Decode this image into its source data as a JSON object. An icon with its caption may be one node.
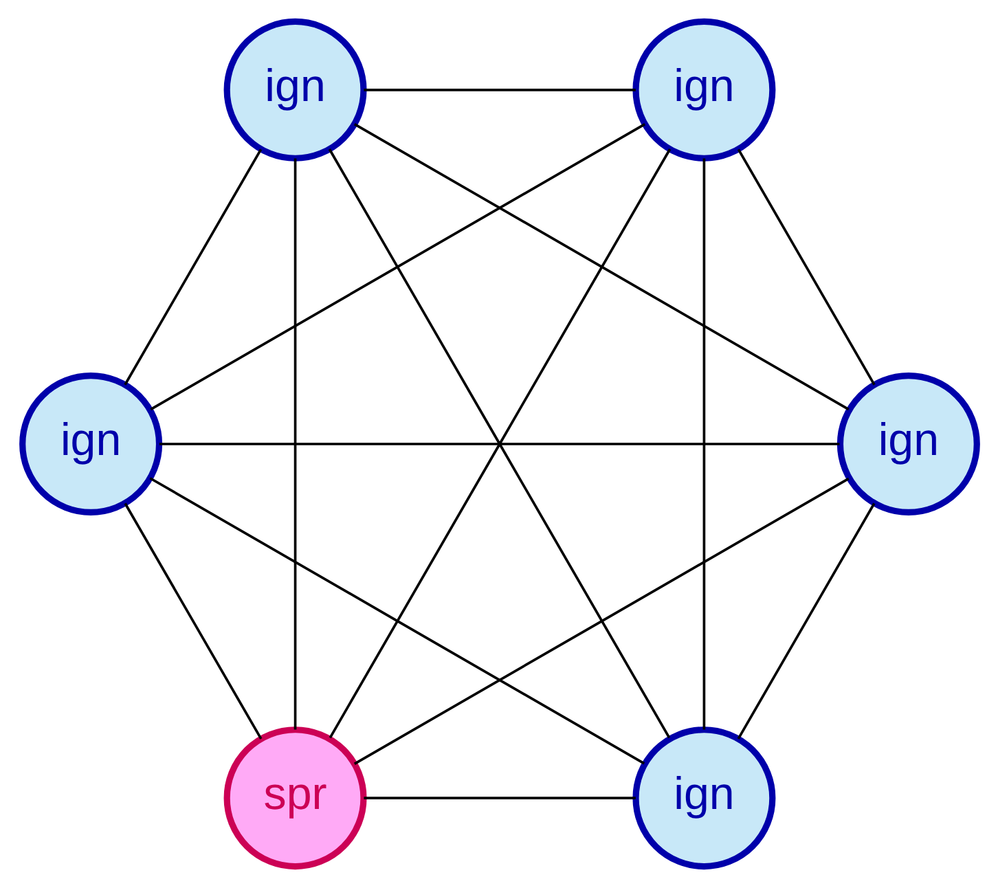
{
  "diagram": {
    "nodes": [
      {
        "text": [
          "ign"
        ]
      },
      {
        "text": [
          "ign"
        ]
      },
      {
        "text": [
          "spr"
        ]
      },
      {
        "text": [
          "ign"
        ]
      },
      {
        "text": [
          "ign"
        ]
      },
      {
        "text": [
          "ign"
        ]
      }
    ],
    "edges": [
      {
        "from": 0,
        "to": 1,
        "arrow": "none"
      },
      {
        "from": 0,
        "to": 2,
        "arrow": "none"
      },
      {
        "from": 0,
        "to": 3,
        "arrow": "none"
      },
      {
        "from": 0,
        "to": 4,
        "arrow": "none"
      },
      {
        "from": 0,
        "to": 5,
        "arrow": "none"
      },
      {
        "from": 1,
        "to": 2,
        "arrow": "none"
      },
      {
        "from": 1,
        "to": 3,
        "arrow": "none"
      },
      {
        "from": 1,
        "to": 4,
        "arrow": "none"
      },
      {
        "from": 1,
        "to": 5,
        "arrow": "none"
      },
      {
        "from": 2,
        "to": 3,
        "arrow": "none"
      },
      {
        "from": 2,
        "to": 4,
        "arrow": "none"
      },
      {
        "from": 2,
        "to": 5,
        "arrow": "none"
      },
      {
        "from": 3,
        "to": 4,
        "arrow": "none"
      },
      {
        "from": 3,
        "to": 5,
        "arrow": "none"
      },
      {
        "from": 4,
        "to": 5,
        "arrow": "none"
      }
    ]
  }
}
